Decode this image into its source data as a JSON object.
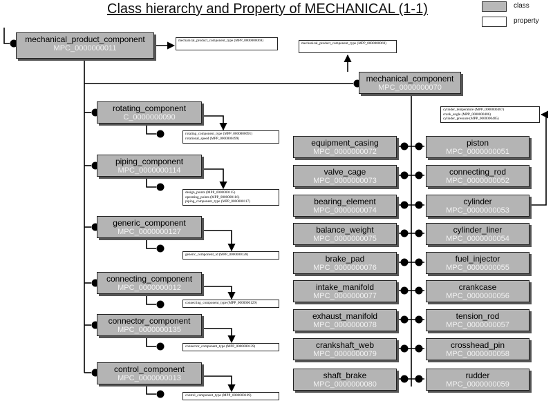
{
  "title": "Class hierarchy and Property of MECHANICAL (1-1)",
  "legend": {
    "class_label": "class",
    "property_label": "property"
  },
  "root": {
    "name": "mechanical_product_component",
    "code": "MPC_0000000011"
  },
  "root_property": [
    "mechanical_product_component_type (MPP_0000000069)"
  ],
  "mech": {
    "name": "mechanical_component",
    "code": "MPC_0000000070"
  },
  "mech_property": [
    "mechanical_product_component_type (MPP_0000000069)"
  ],
  "left_classes": [
    {
      "name": "rotating_component",
      "code": "C_0000000090",
      "props": [
        "rotating_component_type (MPP_0000000091)",
        "rotational_speed (MPP_0000000499)"
      ]
    },
    {
      "name": "piping_component",
      "code": "MPC_0000000114",
      "props": [
        "design_points (MPP_0000000115)",
        "operating_points (MPP_0000000116)",
        "piping_component_type (MPP_0000000117)"
      ]
    },
    {
      "name": "generic_component",
      "code": "MPC_0000000127",
      "props": [
        "generic_component_id (MPP_0000000128)"
      ]
    },
    {
      "name": "connecting_component",
      "code": "MPC_0000000012",
      "props": [
        "connecting_component_type (MPP_0000000129)"
      ]
    },
    {
      "name": "connector_component",
      "code": "MPC_0000000135",
      "props": [
        "connector_component_type (MPP_0000000139)"
      ]
    },
    {
      "name": "control_component",
      "code": "MPC_0000000013",
      "props": [
        "control_component_type (MPP_0000000169)"
      ]
    }
  ],
  "cylinder_props": [
    "cylinder_temperature (MPP_0000000487)",
    "crank_angle (MPP_0000000486)",
    "cylinder_pressure (MPP_0000000485)"
  ],
  "mid_classes": [
    {
      "name": "equipment_casing",
      "code": "MPC_0000000072"
    },
    {
      "name": "valve_cage",
      "code": "MPC_0000000073"
    },
    {
      "name": "bearing_element",
      "code": "MPC_0000000074"
    },
    {
      "name": "balance_weight",
      "code": "MPC_0000000075"
    },
    {
      "name": "brake_pad",
      "code": "MPC_0000000076"
    },
    {
      "name": "intake_manifold",
      "code": "MPC_0000000077"
    },
    {
      "name": "exhaust_manifold",
      "code": "MPC_0000000078"
    },
    {
      "name": "crankshaft_web",
      "code": "MPC_0000000079"
    },
    {
      "name": "shaft_brake",
      "code": "MPC_0000000080"
    }
  ],
  "right_classes": [
    {
      "name": "piston",
      "code": "MPC_0000000051"
    },
    {
      "name": "connecting_rod",
      "code": "MPC_0000000052"
    },
    {
      "name": "cylinder",
      "code": "MPC_0000000053"
    },
    {
      "name": "cylinder_liner",
      "code": "MPC_0000000054"
    },
    {
      "name": "fuel_injector",
      "code": "MPC_0000000055"
    },
    {
      "name": "crankcase",
      "code": "MPC_0000000056"
    },
    {
      "name": "tension_rod",
      "code": "MPC_0000000057"
    },
    {
      "name": "crosshead_pin",
      "code": "MPC_0000000058"
    },
    {
      "name": "rudder",
      "code": "MPC_0000000059"
    }
  ]
}
